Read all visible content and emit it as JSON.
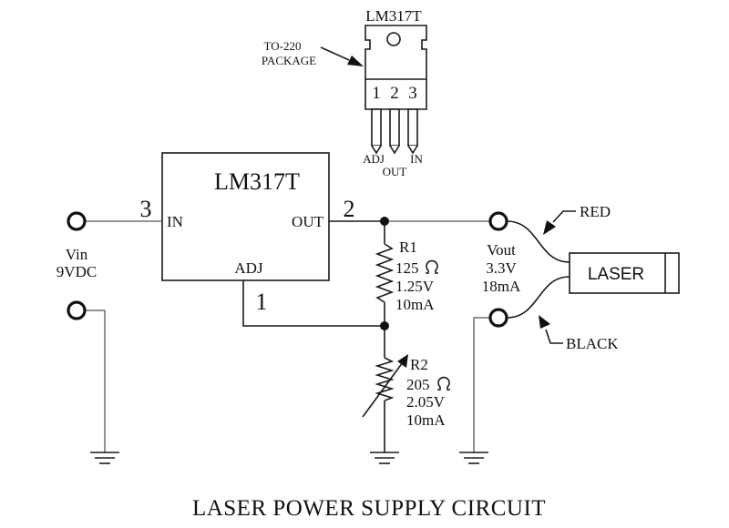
{
  "title": "LASER POWER SUPPLY CIRCUIT",
  "package": {
    "part": "LM317T",
    "label_line1": "TO-220",
    "label_line2": "PACKAGE",
    "pin_numbers": [
      "1",
      "2",
      "3"
    ],
    "pin_names": [
      "ADJ",
      "OUT",
      "IN"
    ]
  },
  "regulator": {
    "part": "LM317T",
    "in_label": "IN",
    "out_label": "OUT",
    "adj_label": "ADJ",
    "pin_in": "3",
    "pin_out": "2",
    "pin_adj": "1"
  },
  "input": {
    "label": "Vin",
    "voltage": "9VDC"
  },
  "r1": {
    "name": "R1",
    "resistance": "125",
    "voltage": "1.25V",
    "current": "10mA"
  },
  "r2": {
    "name": "R2",
    "resistance": "205",
    "voltage": "2.05V",
    "current": "10mA"
  },
  "output": {
    "label": "Vout",
    "voltage": "3.3V",
    "current": "18mA"
  },
  "laser": {
    "label": "LASER",
    "wire_red": "RED",
    "wire_black": "BLACK"
  }
}
